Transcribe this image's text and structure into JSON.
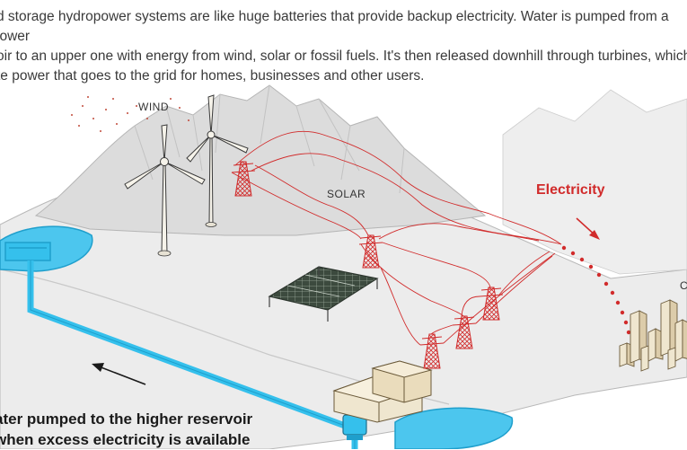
{
  "intro_text": "d storage hydropower systems are like huge batteries that provide backup electricity. Water is pumped from a lower\noir to an upper one with energy from wind, solar or fossil fuels. It's then released downhill through turbines, which\nte power that goes to the grid for homes, businesses and other users.",
  "labels": {
    "wind": "WIND",
    "solar": "SOLAR",
    "electricity": "Electricity",
    "city_partial": "C"
  },
  "caption": "ater pumped to the higher reservoir\nwhen excess electricity is available",
  "colors": {
    "water": "#35c0ec",
    "water_dark": "#1f9fcc",
    "power_lines": "#d12b2b",
    "terrain": "#e9eaea",
    "mountain": "#d6d7d7"
  }
}
